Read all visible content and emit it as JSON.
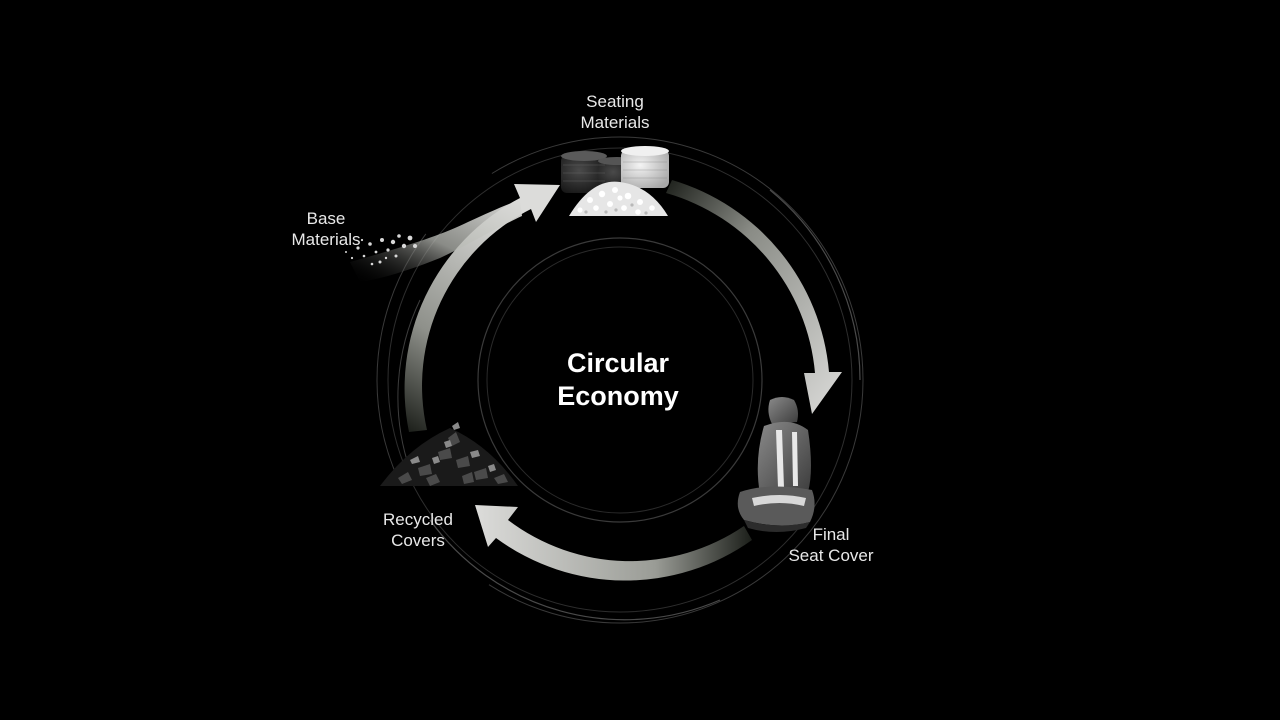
{
  "title": {
    "line1": "Circular",
    "line2": "Economy"
  },
  "stages": {
    "seating_materials": {
      "line1": "Seating",
      "line2": "Materials",
      "icon": "yarn-spools-and-pellets-icon"
    },
    "final_seat_cover": {
      "line1": "Final",
      "line2": "Seat Cover",
      "icon": "car-seat-icon"
    },
    "recycled_covers": {
      "line1": "Recycled",
      "line2": "Covers",
      "icon": "shredded-material-pile-icon"
    },
    "base_materials": {
      "line1": "Base",
      "line2": "Materials",
      "icon": "pellet-stream-icon"
    }
  },
  "colors": {
    "background": "#000000",
    "arrow": "#d0d0ce",
    "ring": "#3a3a3a",
    "text": "#e8e8e8"
  }
}
